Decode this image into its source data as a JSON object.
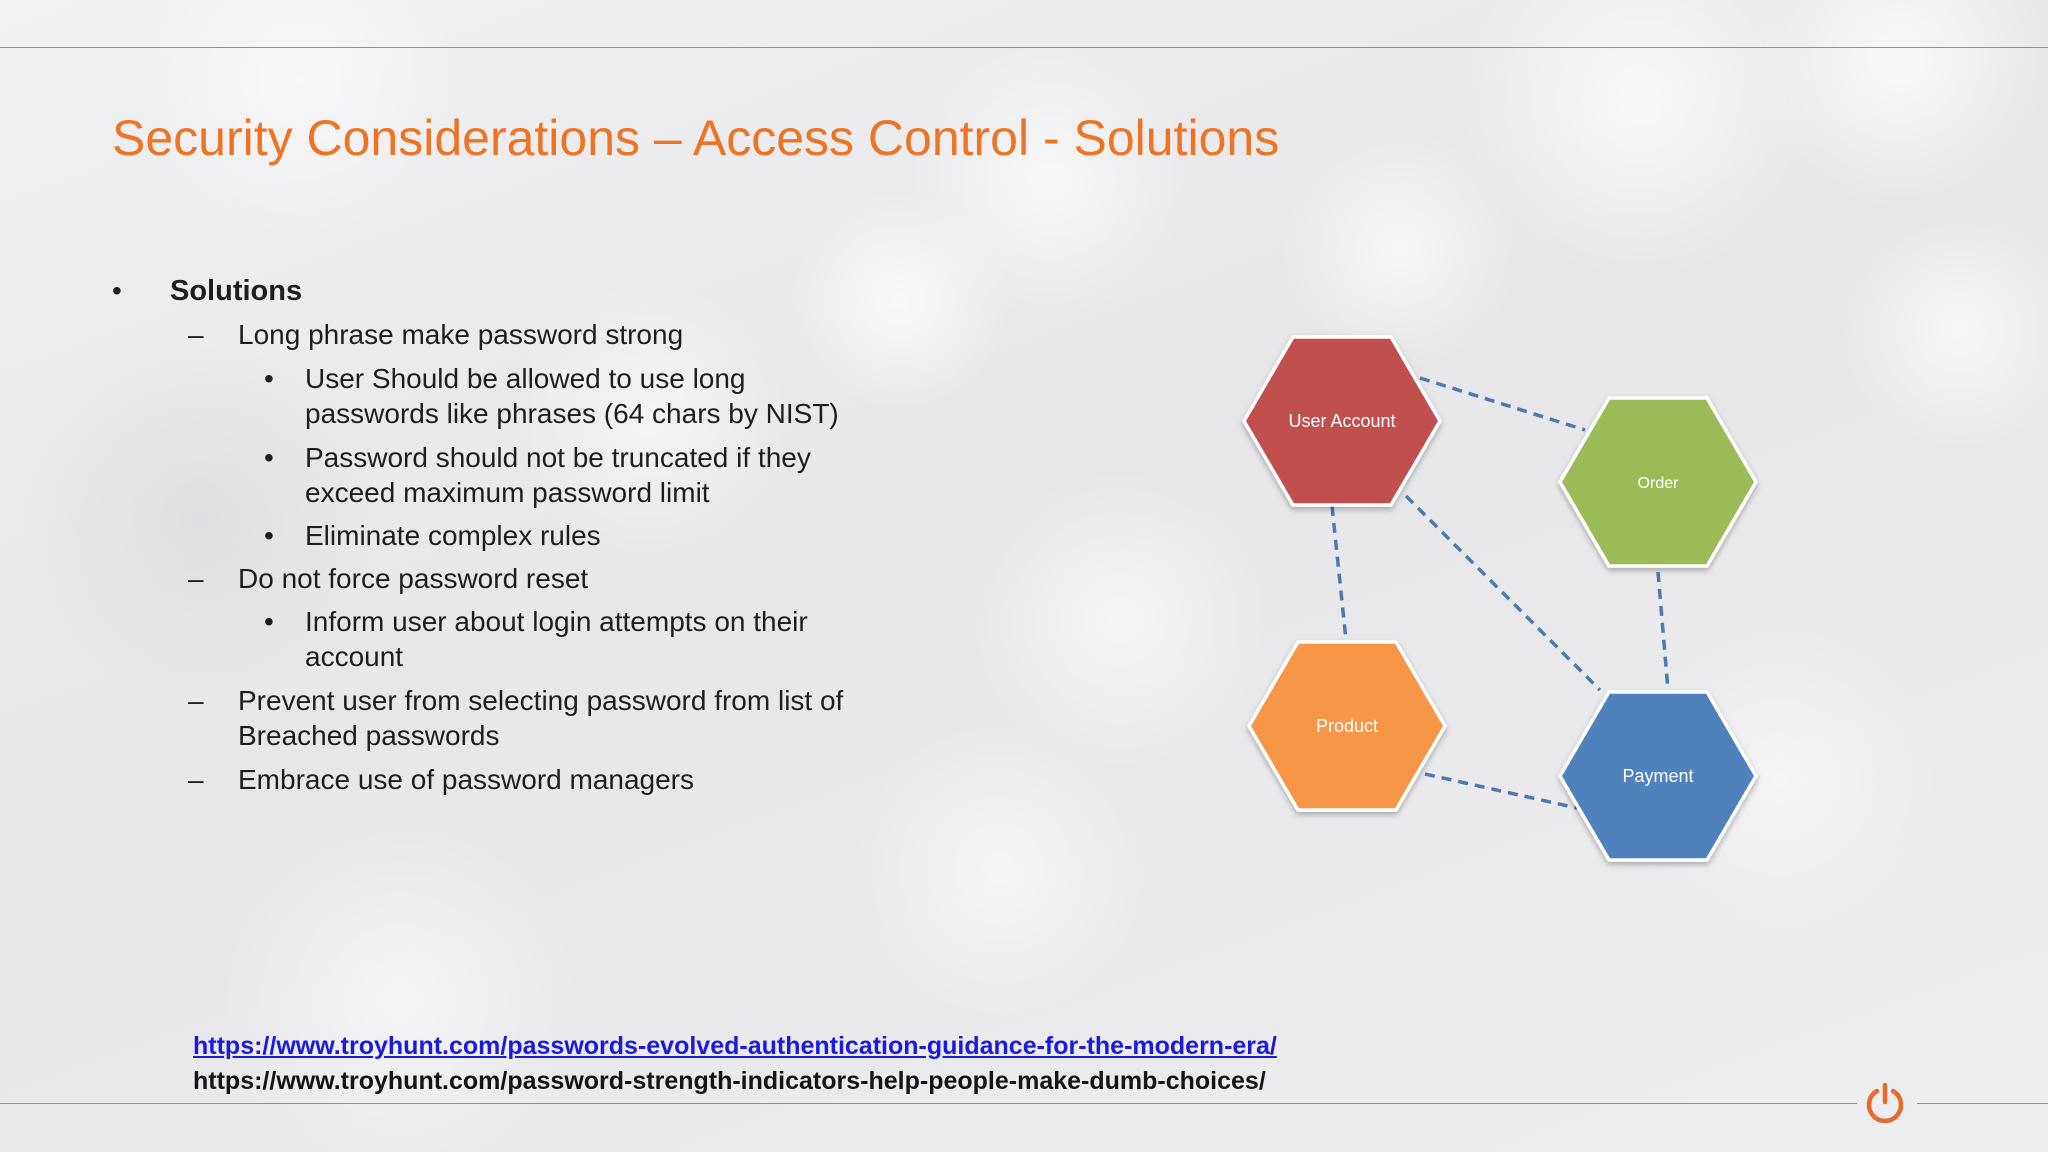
{
  "slide": {
    "title": "Security Considerations – Access Control - Solutions",
    "accent_color": "#ee7424",
    "rule_color": "#e07a3a",
    "bullets": [
      {
        "level": 1,
        "marker": "•",
        "text": "Solutions"
      },
      {
        "level": 2,
        "marker": "–",
        "text": "Long phrase make password strong"
      },
      {
        "level": 3,
        "marker": "•",
        "text": "User Should be allowed to use long",
        "cont": "passwords like phrases (64 chars by NIST)"
      },
      {
        "level": 3,
        "marker": "•",
        "text": "Password should not be truncated if they",
        "cont": "exceed maximum password limit"
      },
      {
        "level": 3,
        "marker": "•",
        "text": "Eliminate complex rules"
      },
      {
        "level": 2,
        "marker": "–",
        "text": "Do not force password reset"
      },
      {
        "level": 3,
        "marker": "•",
        "text": "Inform user about login attempts on their",
        "cont": "account"
      },
      {
        "level": 2,
        "marker": "–",
        "text": "Prevent user from selecting password from list of",
        "cont": "Breached passwords"
      },
      {
        "level": 2,
        "marker": "–",
        "text": "Embrace use of password managers"
      }
    ],
    "links": [
      "https://www.troyhunt.com/passwords-evolved-authentication-guidance-for-the-modern-era/",
      "https://www.troyhunt.com/password-strength-indicators-help-people-make-dumb-choices/"
    ],
    "link_colors": {
      "link": "#1a1adb",
      "plain": "#151515"
    },
    "diagram": {
      "nodes": [
        {
          "id": "user",
          "label": "User Account",
          "color": "#c0504d"
        },
        {
          "id": "order",
          "label": "Order",
          "color": "#9bbb59"
        },
        {
          "id": "product",
          "label": "Product",
          "color": "#f79646"
        },
        {
          "id": "payment",
          "label": "Payment",
          "color": "#4f81bd"
        }
      ],
      "edges": [
        [
          "user",
          "order"
        ],
        [
          "user",
          "product"
        ],
        [
          "user",
          "payment"
        ],
        [
          "order",
          "payment"
        ],
        [
          "product",
          "payment"
        ]
      ],
      "edge_color": "#4a79b4",
      "edge_style": "dashed"
    },
    "footer_icon": "power-icon"
  }
}
